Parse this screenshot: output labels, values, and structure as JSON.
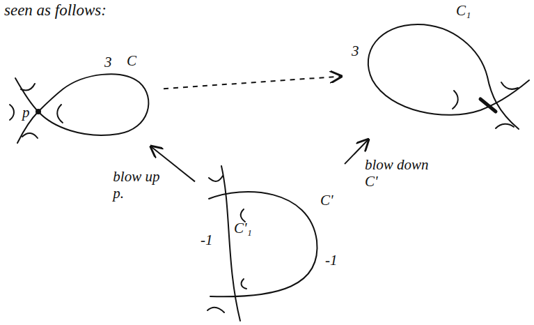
{
  "diagram": {
    "nodes": [
      {
        "text": [
          "3",
          "C",
          "p"
        ]
      },
      {
        "text": [
          "3",
          "C₁"
        ]
      },
      {
        "text": [
          "-1",
          "C'₁",
          "C'",
          "-1"
        ]
      }
    ],
    "edges": [
      {
        "from": 0,
        "to": 1,
        "arrow": "to"
      },
      {
        "from": 2,
        "to": 0,
        "label": "blow up p.",
        "arrow": "to"
      },
      {
        "from": 2,
        "to": 1,
        "label": "blow down C'",
        "arrow": "to"
      }
    ],
    "labels": [
      "seen as follows:"
    ]
  }
}
